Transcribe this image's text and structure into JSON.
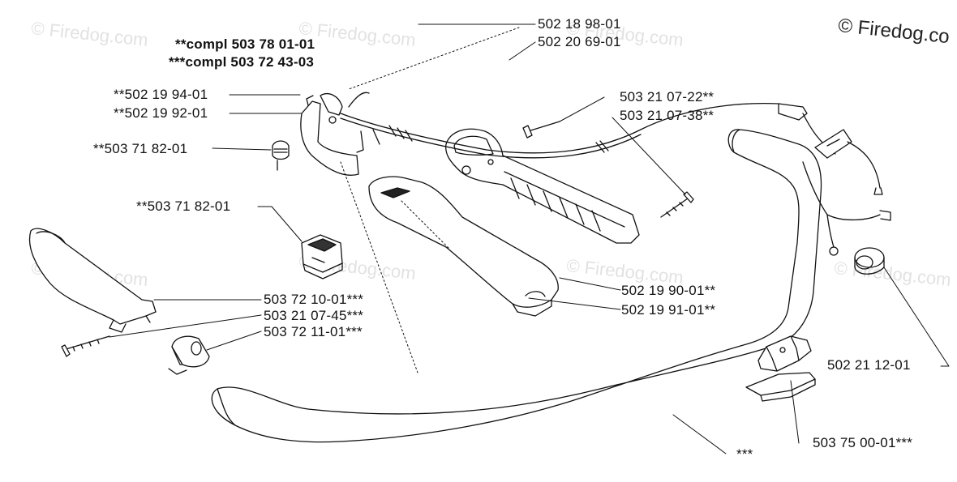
{
  "colors": {
    "ink": "#111111",
    "watermark": "#e2e2e2",
    "background": "#ffffff"
  },
  "watermark_text": "© Firedog.com",
  "brand_text": "© Firedog.co",
  "headers": {
    "compl_double": "**compl 503 78 01-01",
    "compl_triple": "***compl 503 72 43-03"
  },
  "parts": [
    {
      "id": "p1",
      "label": "502 18 98-01"
    },
    {
      "id": "p2",
      "label": "502 20 69-01"
    },
    {
      "id": "p3",
      "label": "**502 19 94-01"
    },
    {
      "id": "p4",
      "label": "**502 19 92-01"
    },
    {
      "id": "p5",
      "label": "**503 71 82-01"
    },
    {
      "id": "p6",
      "label": "**503 71 82-01"
    },
    {
      "id": "p7",
      "label": "503 21 07-22**"
    },
    {
      "id": "p8",
      "label": "503 21 07-38**"
    },
    {
      "id": "p9",
      "label": "503 72 10-01***"
    },
    {
      "id": "p10",
      "label": "503 21 07-45***"
    },
    {
      "id": "p11",
      "label": "503 72 11-01***"
    },
    {
      "id": "p12",
      "label": "502 19 90-01**"
    },
    {
      "id": "p13",
      "label": "502 19 91-01**"
    },
    {
      "id": "p14",
      "label": "502 21 12-01"
    },
    {
      "id": "p15",
      "label": "503 75 00-01***"
    },
    {
      "id": "p16",
      "label": "***"
    }
  ]
}
